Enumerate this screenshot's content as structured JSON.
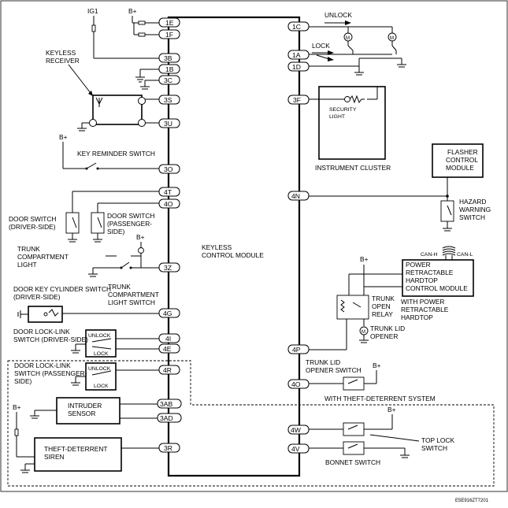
{
  "module": {
    "name": "KEYLESS CONTROL MODULE"
  },
  "pins": {
    "left": [
      "1E",
      "1F",
      "3B",
      "1B",
      "3C",
      "3S",
      "3U",
      "3O",
      "4T",
      "4O",
      "3Z",
      "4G",
      "4I",
      "4E",
      "4R",
      "3AB",
      "3AD",
      "3R"
    ],
    "right": [
      "1C",
      "1A",
      "1D",
      "3F",
      "4N",
      "4P",
      "4O",
      "4W",
      "4V"
    ]
  },
  "labels": {
    "ig1": "IG1",
    "bplus": "B+",
    "keyless_receiver": "KEYLESS RECEIVER",
    "key_reminder_switch": "KEY REMINDER SWITCH",
    "door_switch_driver": "DOOR SWITCH (DRIVER-SIDE)",
    "door_switch_passenger": "DOOR SWITCH (PASSENGER-SIDE)",
    "trunk_compartment_light": "TRUNK COMPARTMENT LIGHT",
    "trunk_compartment_light_switch": "TRUNK COMPARTMENT LIGHT SWITCH",
    "door_key_cylinder_switch": "DOOR KEY CYLINDER SWITCH (DRIVER-SIDE)",
    "door_lock_link_switch_driver": "DOOR LOCK-LINK SWITCH (DRIVER-SIDE)",
    "door_lock_link_switch_passenger": "DOOR LOCK-LINK SWITCH (PASSENGER-SIDE)",
    "unlock": "UNLOCK",
    "lock": "LOCK",
    "intruder_sensor": "INTRUDER SENSOR",
    "theft_deterrent_siren": "THEFT-DETERRENT SIREN",
    "security_light": "SECURITY LIGHT",
    "instrument_cluster": "INSTRUMENT CLUSTER",
    "flasher_control_module": "FLASHER CONTROL MODULE",
    "hazard_warning_switch": "HAZARD WARNING SWITCH",
    "can_h": "CAN-H",
    "can_l": "CAN-L",
    "power_retractable_hardtop_module": "POWER RETRACTABLE HARDTOP CONTROL MODULE",
    "trunk_open_relay": "TRUNK OPEN RELAY",
    "with_power_retractable_hardtop": "WITH POWER RETRACTABLE HARDTOP",
    "trunk_lid_opener": "TRUNK LID OPENER",
    "trunk_lid_opener_switch": "TRUNK LID OPENER SWITCH",
    "with_theft_deterrent_system": "WITH THEFT-DETERRENT SYSTEM",
    "top_lock_switch": "TOP LOCK SWITCH",
    "bonnet_switch": "BONNET SWITCH",
    "motor": "M",
    "figure_code": "E5E916ZT7201"
  }
}
